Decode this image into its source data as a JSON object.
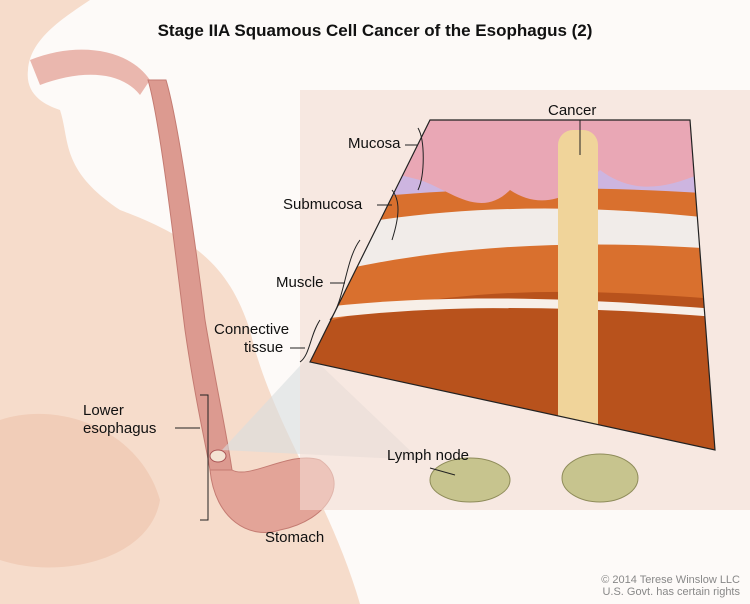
{
  "title": "Stage IIA Squamous Cell Cancer of the Esophagus (2)",
  "labels": {
    "cancer": "Cancer",
    "mucosa": "Mucosa",
    "submucosa": "Submucosa",
    "muscle": "Muscle",
    "connective_1": "Connective",
    "connective_2": "tissue",
    "lower_esophagus_1": "Lower",
    "lower_esophagus_2": "esophagus",
    "lymph_node": "Lymph node",
    "stomach": "Stomach"
  },
  "copyright": {
    "line1": "© 2014 Terese Winslow LLC",
    "line2": "U.S. Govt. has certain rights"
  },
  "colors": {
    "mucosa": "#e9a7b5",
    "muscle": "#d9702e",
    "tissue": "#b8521c",
    "cancer": "#f0d49a"
  }
}
